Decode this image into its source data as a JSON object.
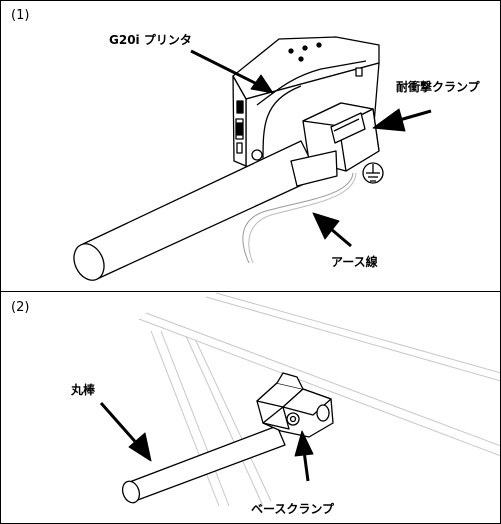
{
  "panel1": {
    "number": "(1)",
    "label_printer": "G20i プリンタ",
    "label_clamp": "耐衝撃クランプ",
    "label_ground_wire": "アース線"
  },
  "panel2": {
    "number": "(2)",
    "label_rod": "丸棒",
    "label_base_clamp": "ベースクランプ"
  },
  "colors": {
    "line": "#000000",
    "light_line": "#bfbfbf",
    "fill": "#ffffff"
  }
}
